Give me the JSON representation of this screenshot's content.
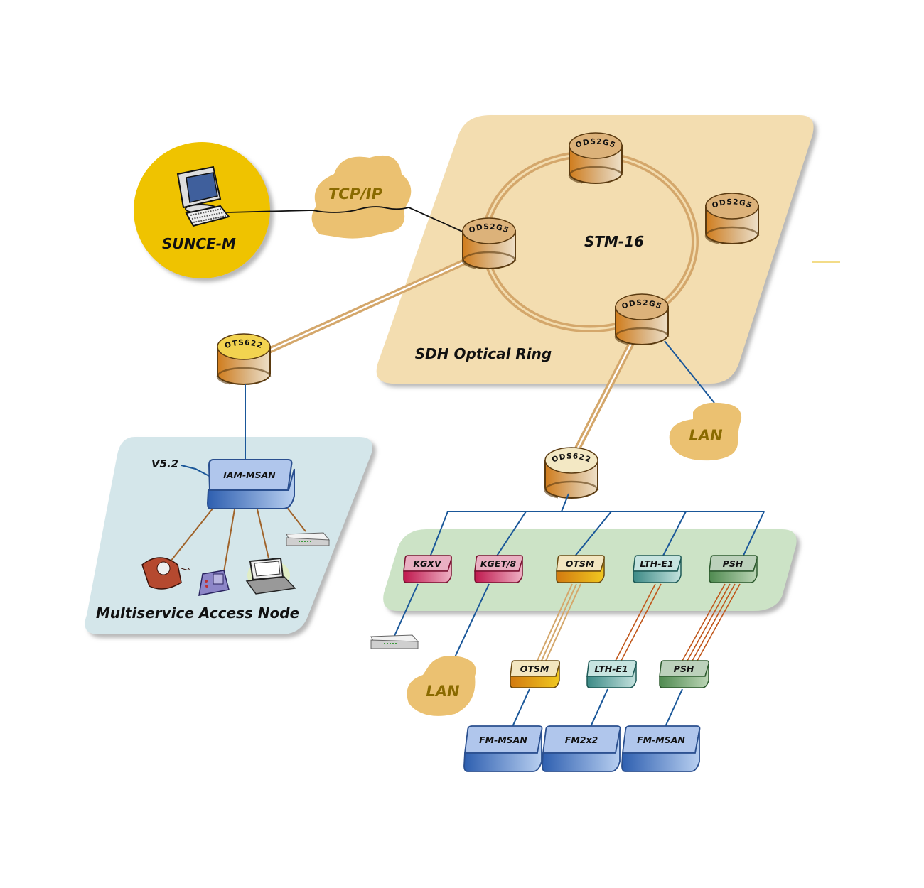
{
  "diagram": {
    "manager": {
      "label": "SUNCE-M",
      "icon": "computer-icon"
    },
    "clouds": {
      "tcpip": "TCP/IP",
      "lan_right": "LAN",
      "lan_bottom": "LAN"
    },
    "sdh_ring": {
      "title": "SDH Optical Ring",
      "center_label": "STM-16",
      "nodes": [
        "ODS2G5",
        "ODS2G5",
        "ODS2G5",
        "ODS2G5"
      ]
    },
    "ots_node": "OTS622",
    "ods_node": "ODS622",
    "access_node": {
      "title": "Multiservice Access Node",
      "interface_label": "V5.2",
      "device": "IAM-MSAN",
      "endpoints": [
        "phone-icon",
        "fax-phone-icon",
        "laptop-icon",
        "modem-icon"
      ]
    },
    "cards": [
      "KGXV",
      "KGET/8",
      "OTSM",
      "LTH-E1",
      "PSH"
    ],
    "remote_cards": [
      "OTSM",
      "LTH-E1",
      "PSH"
    ],
    "remote_units": [
      "FM-MSAN",
      "FM2x2",
      "FM-MSAN"
    ],
    "colors": {
      "ring_panel": "#f3ddb0",
      "access_panel": "#d4e6ea",
      "card_panel": "#cce3c6",
      "sunce_disc": "#efc300",
      "cloud": "#ebc171",
      "fiber": "#d4a76b",
      "link_blue": "#1a5799",
      "link_copper": "#c0561a"
    }
  }
}
